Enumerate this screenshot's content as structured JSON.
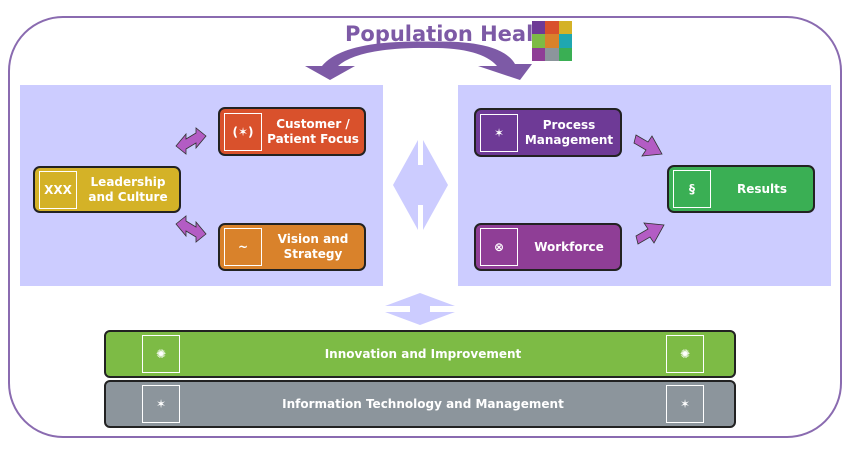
{
  "title": "Population Health",
  "boxes": {
    "customer": "Customer /\nPatient Focus",
    "leadership": "Leadership\nand Culture",
    "vision": "Vision and\nStrategy",
    "process": "Process\nManagement",
    "workforce": "Workforce",
    "results": "Results"
  },
  "bars": {
    "innovation": "Innovation and Improvement",
    "it": "Information Technology and Management"
  },
  "colors": {
    "customer": "#d9512c",
    "leadership": "#d4b227",
    "vision": "#d9822b",
    "process": "#6e3a96",
    "workforce": "#8f3e96",
    "results": "#3aaf54",
    "innovation": "#7dbb45",
    "it": "#8c959c",
    "panel": "#ccccff",
    "accent": "#7d5aa6"
  }
}
